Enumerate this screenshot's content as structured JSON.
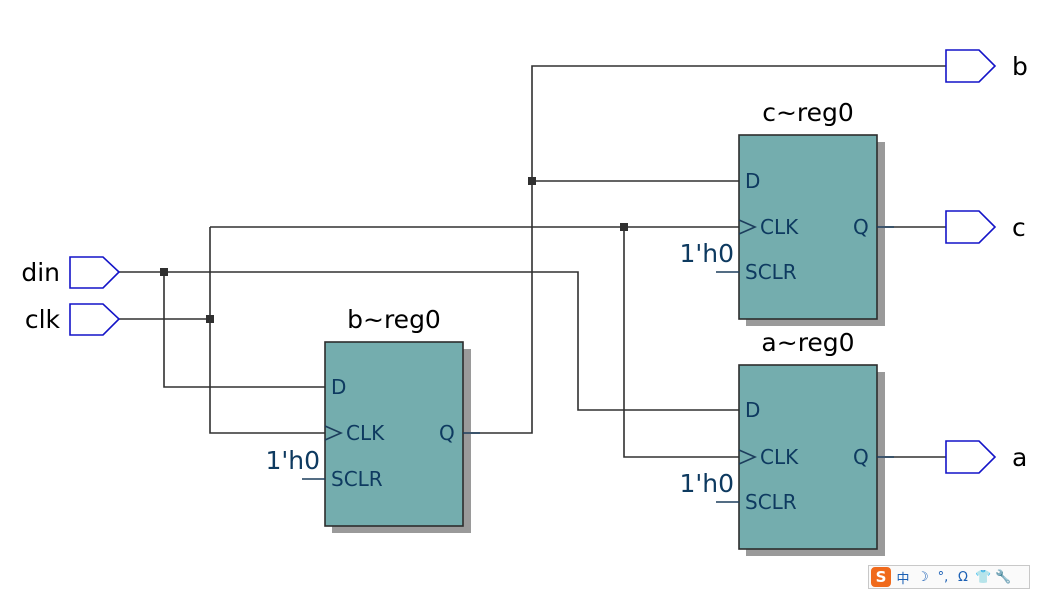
{
  "inputs": [
    {
      "name": "din"
    },
    {
      "name": "clk"
    }
  ],
  "outputs": [
    {
      "name": "b"
    },
    {
      "name": "c"
    },
    {
      "name": "a"
    }
  ],
  "registers": [
    {
      "name": "b~reg0",
      "pins": {
        "d": "D",
        "clk": "CLK",
        "sclr": "SCLR",
        "q": "Q"
      },
      "sclr_const": "1'h0"
    },
    {
      "name": "c~reg0",
      "pins": {
        "d": "D",
        "clk": "CLK",
        "sclr": "SCLR",
        "q": "Q"
      },
      "sclr_const": "1'h0"
    },
    {
      "name": "a~reg0",
      "pins": {
        "d": "D",
        "clk": "CLK",
        "sclr": "SCLR",
        "q": "Q"
      },
      "sclr_const": "1'h0"
    }
  ],
  "colors": {
    "register_fill": "#74adae",
    "port_stroke": "#1414c8",
    "wire": "#303030",
    "pin_text": "#0e3a60"
  },
  "ime_toolbar": {
    "logo": "S",
    "items": [
      "中",
      "☽",
      "°,",
      "Ω",
      "👕",
      "🔧"
    ]
  }
}
